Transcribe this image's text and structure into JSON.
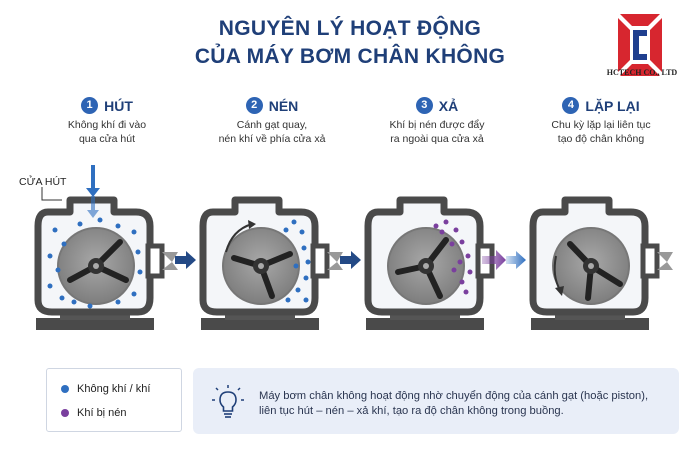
{
  "title": {
    "line1": "NGUYÊN LÝ HOẠT ĐỘNG",
    "line2": "CỦA MÁY BƠM CHÂN KHÔNG"
  },
  "logo": {
    "name": "HCTECH CO., LTD",
    "colors": {
      "red": "#d7262f",
      "blue": "#1f3f8f"
    }
  },
  "steps": [
    {
      "num": "1",
      "title": "HÚT",
      "desc_line1": "Không khí đi vào",
      "desc_line2": "qua cửa hút"
    },
    {
      "num": "2",
      "title": "NÉN",
      "desc_line1": "Cánh gạt quay,",
      "desc_line2": "nén khí về phía cửa xả"
    },
    {
      "num": "3",
      "title": "XẢ",
      "desc_line1": "Khí bị nén được đẩy",
      "desc_line2": "ra ngoài qua cửa xả"
    },
    {
      "num": "4",
      "title": "LẶP LẠI",
      "desc_line1": "Chu kỳ lặp lại liên tục",
      "desc_line2": "tạo độ chân không"
    }
  ],
  "inlet_label": "CỬA HÚT",
  "legend": {
    "air": {
      "label": "Không khí / khí",
      "color": "#2f6fc0"
    },
    "compressed": {
      "label": "Khí bị nén",
      "color": "#7a3f9e"
    }
  },
  "info": {
    "icon": "lightbulb-icon",
    "line1": "Máy bơm chân không hoạt động nhờ chuyển động của cánh gạt (hoặc piston),",
    "line2": "liên tục hút – nén – xả khí, tạo ra độ chân không trong buồng."
  },
  "colors": {
    "title": "#1f3f78",
    "accent": "#2e64b4",
    "arrow": "#244a86",
    "body_dark": "#4a4a4a"
  }
}
